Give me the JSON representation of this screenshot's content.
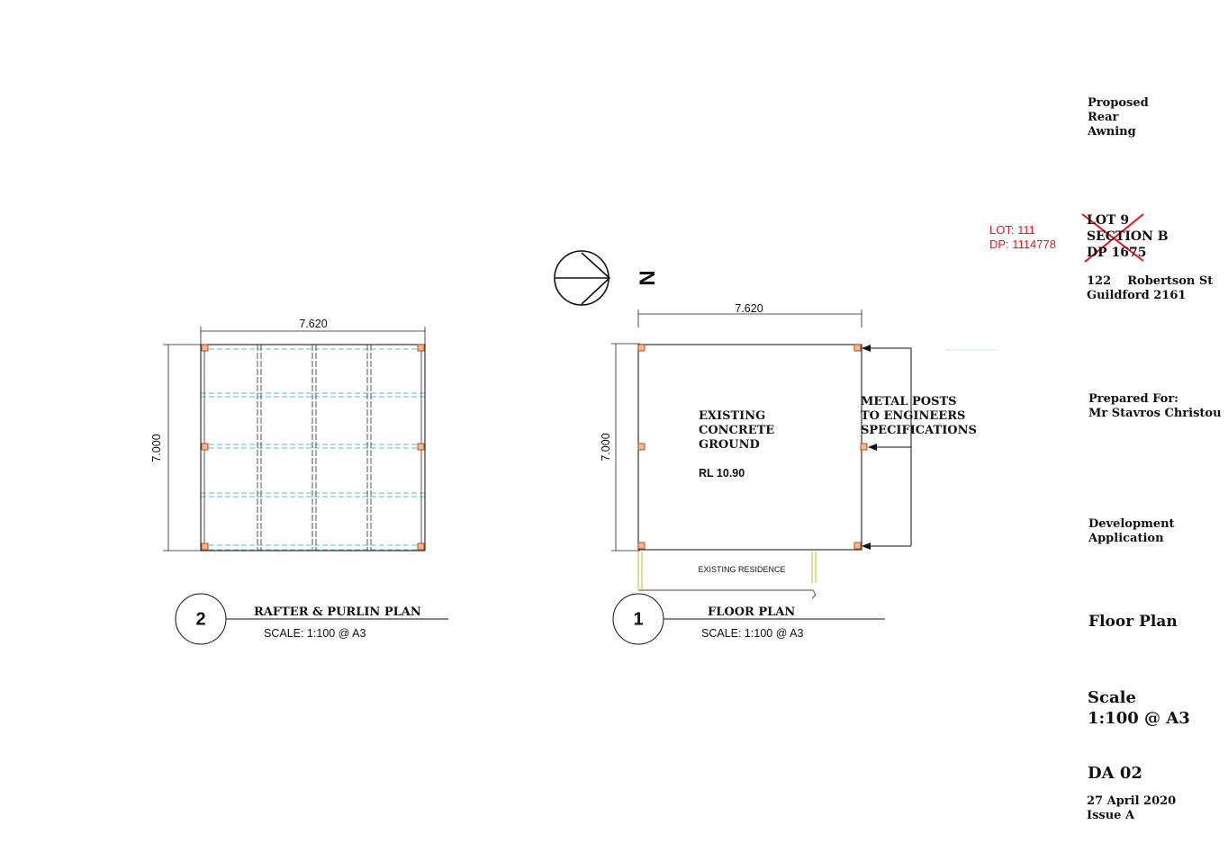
{
  "title_block": {
    "project": [
      "Proposed",
      "Rear",
      "Awning"
    ],
    "lot_new": [
      "LOT: 111",
      "DP: 1114778"
    ],
    "lot_old": [
      "LOT 9",
      "SECTION B",
      "DP 1675"
    ],
    "address": [
      "122    Robertson St",
      "Guildford 2161"
    ],
    "prepared_for": [
      "Prepared For:",
      "Mr Stavros Christou"
    ],
    "purpose": [
      "Development",
      "Application"
    ],
    "sheet_title": "Floor Plan",
    "scale": [
      "Scale",
      "1:100 @ A3"
    ],
    "drawing_no": "DA 02",
    "date": "27 April 2020",
    "issue": "Issue A"
  },
  "north_arrow": {
    "label": "N"
  },
  "rafter_plan": {
    "width_dim": "7.620",
    "height_dim": "7.000",
    "number": "2",
    "title": "RAFTER & PURLIN PLAN",
    "scale": "SCALE: 1:100 @ A3"
  },
  "floor_plan": {
    "width_dim": "7.620",
    "height_dim": "7.000",
    "ground_note": [
      "EXISTING",
      "CONCRETE",
      "GROUND"
    ],
    "rl": "RL 10.90",
    "posts_note": [
      "METAL POSTS",
      "TO ENGINEERS",
      "SPECIFICATIONS"
    ],
    "residence": "EXISTING RESIDENCE",
    "number": "1",
    "title": "FLOOR PLAN",
    "scale": "SCALE: 1:100 @ A3"
  },
  "colors": {
    "line": "#222222",
    "purlin": "#5fbcc4",
    "post_fill": "#f4b98e",
    "post_stroke": "#c0451a",
    "cross_out": "#e8141b",
    "residence_wall": "#c9c94a"
  }
}
